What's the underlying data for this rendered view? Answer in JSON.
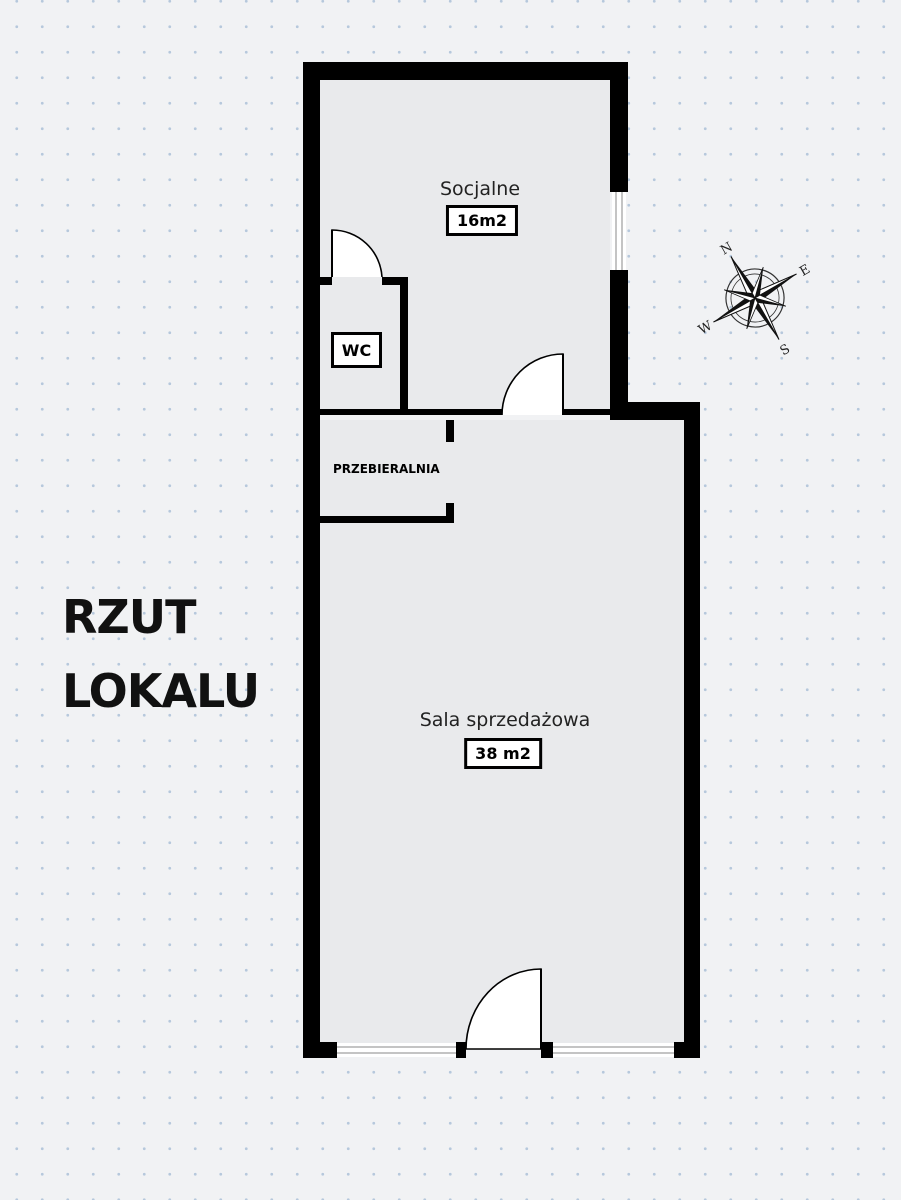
{
  "title": {
    "line1": "RZUT",
    "line2": "LOKALU"
  },
  "rooms": {
    "socjalne": {
      "name": "Socjalne",
      "area": "16m2"
    },
    "wc": {
      "name": "WC"
    },
    "przebieralnia": {
      "name": "PRZEBIERALNIA"
    },
    "sala": {
      "name": "Sala sprzedażowa",
      "area": "38 m2"
    }
  },
  "compass": {
    "n": "N",
    "e": "E",
    "s": "S",
    "w": "W"
  }
}
